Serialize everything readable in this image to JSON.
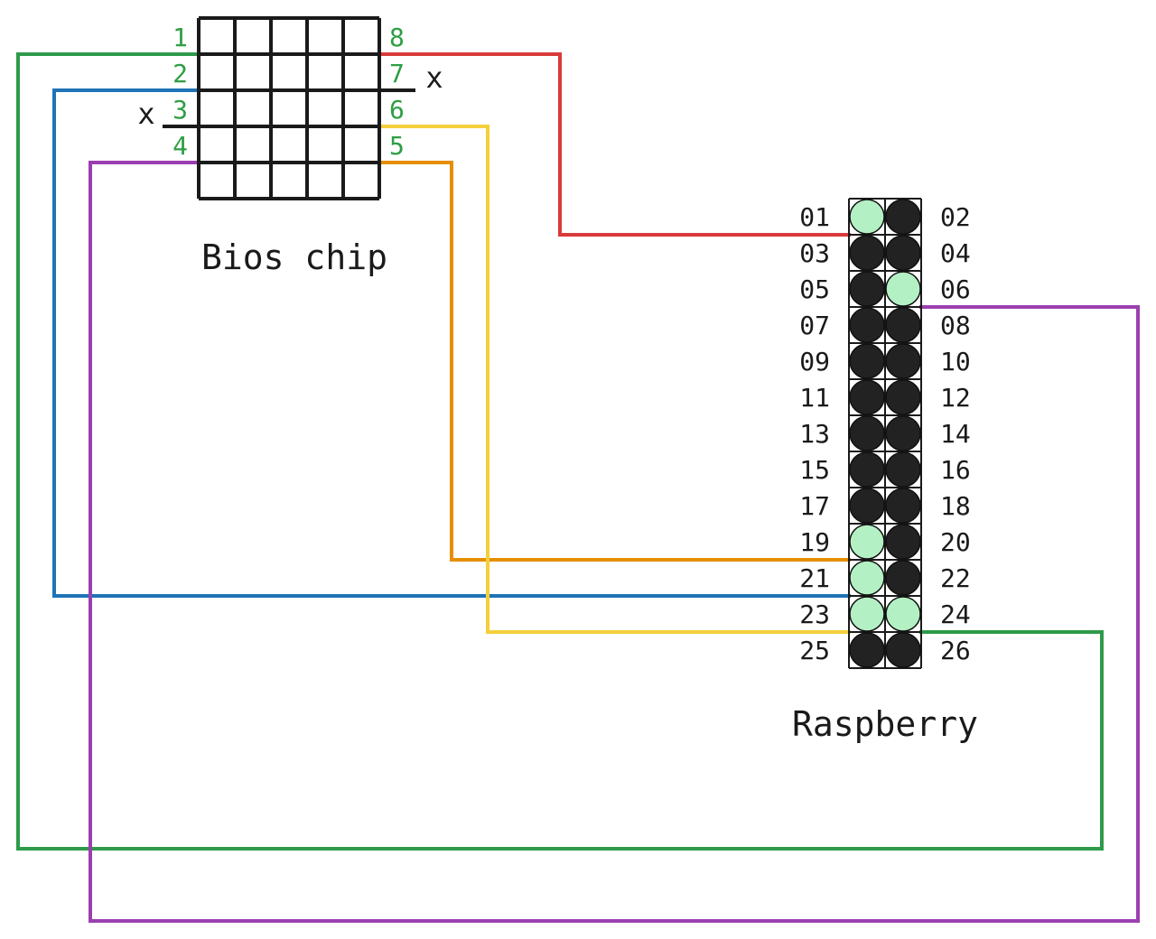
{
  "bios_chip": {
    "title": "Bios chip",
    "left_pins": [
      "1",
      "2",
      "3",
      "4"
    ],
    "right_pins": [
      "8",
      "7",
      "6",
      "5"
    ],
    "unused_left": "x",
    "unused_right": "x"
  },
  "raspberry": {
    "title": "Raspberry",
    "left_labels": [
      "01",
      "03",
      "05",
      "07",
      "09",
      "11",
      "13",
      "15",
      "17",
      "19",
      "21",
      "23",
      "25"
    ],
    "right_labels": [
      "02",
      "04",
      "06",
      "08",
      "10",
      "12",
      "14",
      "16",
      "18",
      "20",
      "22",
      "24",
      "26"
    ],
    "connected_pins": [
      "01",
      "06",
      "19",
      "21",
      "23",
      "24"
    ]
  },
  "wires": [
    {
      "chip_pin": "1",
      "header_pin": "24",
      "color": "#2e9a4a"
    },
    {
      "chip_pin": "2",
      "header_pin": "21",
      "color": "#1f73b7"
    },
    {
      "chip_pin": "4",
      "header_pin": "06",
      "color": "#9b3fb0"
    },
    {
      "chip_pin": "5",
      "header_pin": "19",
      "color": "#e58f00"
    },
    {
      "chip_pin": "6",
      "header_pin": "23",
      "color": "#f5cf3b"
    },
    {
      "chip_pin": "8",
      "header_pin": "01",
      "color": "#d93a3a"
    }
  ],
  "colors": {
    "pin_label": "#2e9e44",
    "connected_pin_fill": "#b3f0c3",
    "unused_pin_fill": "#222222",
    "outline": "#1a1a1a"
  }
}
